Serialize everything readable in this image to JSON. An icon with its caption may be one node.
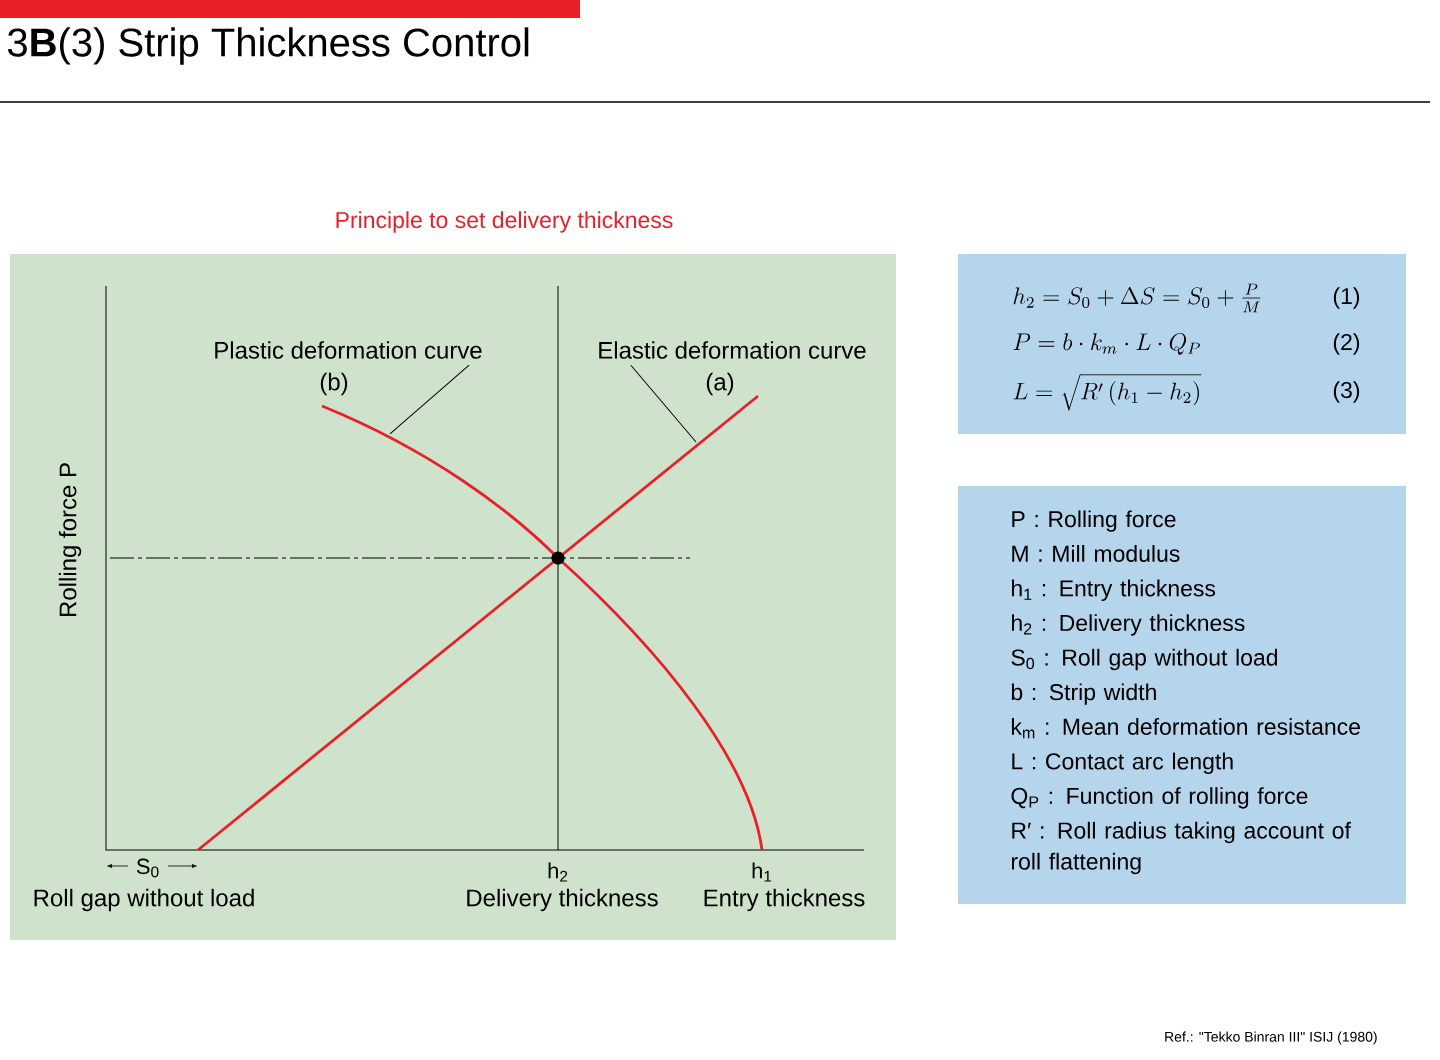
{
  "diagram": {
    "title": "3**B**(3)  Strip Thickness Control",
    "nodes": [
      {
        "text": [
          "Principle to set delivery thickness"
        ]
      },
      {
        "text": [
          "h_2 = S_0 + \\Delta S = S_0 + \\frac{P}{M}",
          "(1)",
          "P = b \\cdot k_m \\cdot L \\cdot Q_P",
          "(2)",
          "L = \\sqrt{R' \\,(h_1 - h_2)}",
          "(3)"
        ]
      },
      {
        "text": [
          "P : Rolling force",
          "M : Mill modulus",
          "h$_{1}$ : Entry thickness",
          "h$_{2}$ : Delivery thickness",
          "S$_{0}$ : Roll gap without load",
          "b : Strip width",
          "k$_{m}$ : Mean deformation resistance",
          "L : Contact arc length",
          "Q$_{P}$ : Function of rolling force",
          "R′ : Roll radius taking account of roll flattening"
        ]
      },
      {
        "text": [
          "Plastic deformation curve",
          "(b)"
        ],
        "in": 0
      },
      {
        "text": [
          "Elastic deformation curve",
          "(a)"
        ],
        "in": 0
      }
    ],
    "edges": [
      {
        "from": 3,
        "to": null,
        "arrow": "none"
      },
      {
        "from": 4,
        "to": null,
        "arrow": "none"
      }
    ],
    "labels": [
      "Rolling force  P",
      "S$_{0}$",
      "Roll gap without load",
      "h$_{2}$",
      "Delivery thickness",
      "h$_{1}$",
      "Entry thickness",
      "Ref.: \"Tekko Binran III\" ISIJ (1980)"
    ]
  }
}
